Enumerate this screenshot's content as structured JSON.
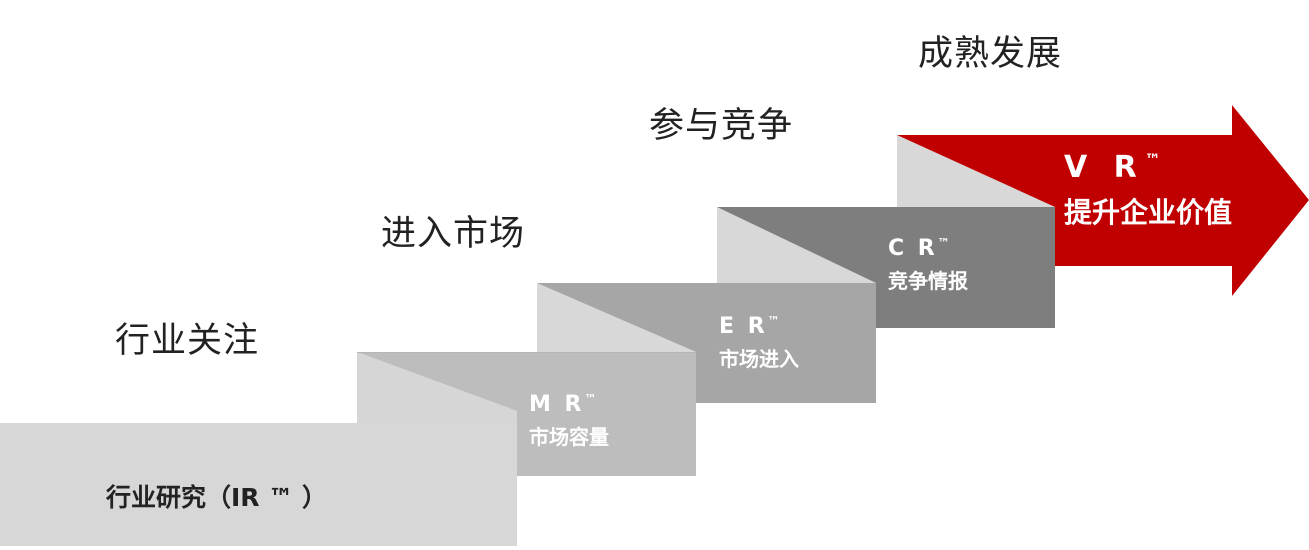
{
  "stage_labels": {
    "industry_attention": "行业关注",
    "market_entry": "进入市场",
    "compete": "参与竞争",
    "mature": "成熟发展"
  },
  "base_step": {
    "text": "行业研究（IR ™ ）"
  },
  "steps": [
    {
      "code": "M R",
      "tm": "™",
      "name": "市场容量"
    },
    {
      "code": "E R",
      "tm": "™",
      "name": "市场进入"
    },
    {
      "code": "C R",
      "tm": "™",
      "name": "竞争情报"
    },
    {
      "code": "V R",
      "tm": "™",
      "name": "提升企业价值"
    }
  ],
  "colors": {
    "base_fill": "#d7d7d7",
    "fold_fill": "#dcdcdc",
    "mr_fill": "#bdbdbd",
    "er_fill": "#a6a6a6",
    "cr_fill": "#7e7e7e",
    "vr_fill": "#c00000"
  }
}
